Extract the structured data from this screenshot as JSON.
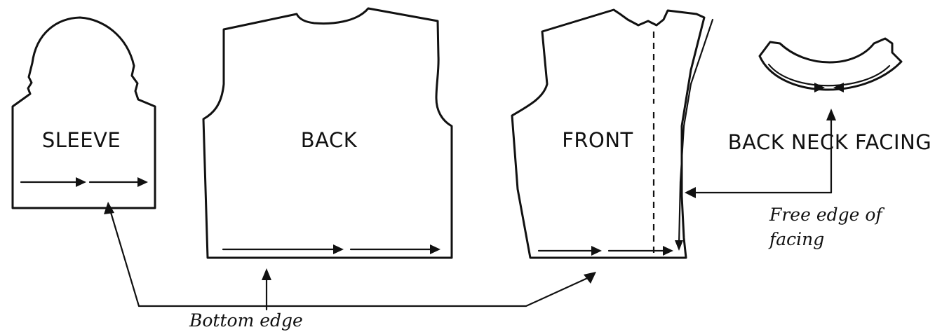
{
  "pieces": {
    "sleeve": "SLEEVE",
    "back": "BACK",
    "front": "FRONT",
    "back_neck_facing": "BACK NECK FACING"
  },
  "annotations": {
    "bottom_edge": "Bottom edge",
    "free_edge_line1": "Free edge of",
    "free_edge_line2": "facing"
  },
  "colors": {
    "ink": "#111111",
    "paper": "#ffffff"
  }
}
